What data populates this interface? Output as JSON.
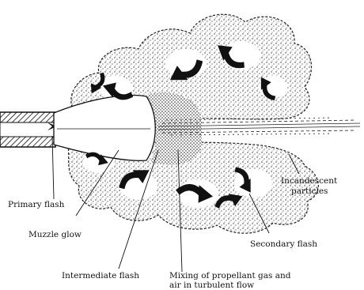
{
  "diagram": {
    "labels": {
      "incandescent_line1": "Incandescent",
      "incandescent_line2": "particles",
      "primary_flash": "Primary flash",
      "muzzle_glow": "Muzzle glow",
      "secondary_flash": "Secondary flash",
      "intermediate_flash": "Intermediate flash",
      "mixing_line1": "Mixing of propellant gas and",
      "mixing_line2": "air in turbulent flow"
    },
    "colors": {
      "ink": "#111111",
      "background": "#ffffff"
    },
    "icons": [
      "curved-arrow-icon"
    ]
  }
}
